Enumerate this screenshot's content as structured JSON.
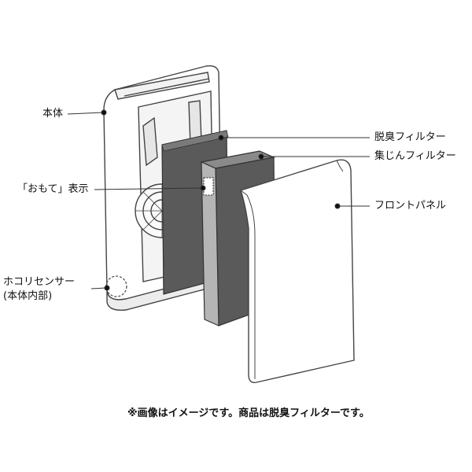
{
  "labels": {
    "body": "本体",
    "omote": "「おもて」表示",
    "dust_sensor_line1": "ホコリセンサー",
    "dust_sensor_line2": "(本体内部)",
    "deodorizing_filter": "脱臭フィルター",
    "dust_filter": "集じんフィルター",
    "front_panel": "フロントパネル"
  },
  "note": "※画像はイメージです。商品は脱臭フィルターです。",
  "colors": {
    "line": "#444444",
    "filter_dark": "#5a5a5a",
    "filter_mid": "#7a7a7a",
    "panel_fill": "#ffffff",
    "body_shadow": "#d8d8d8"
  }
}
